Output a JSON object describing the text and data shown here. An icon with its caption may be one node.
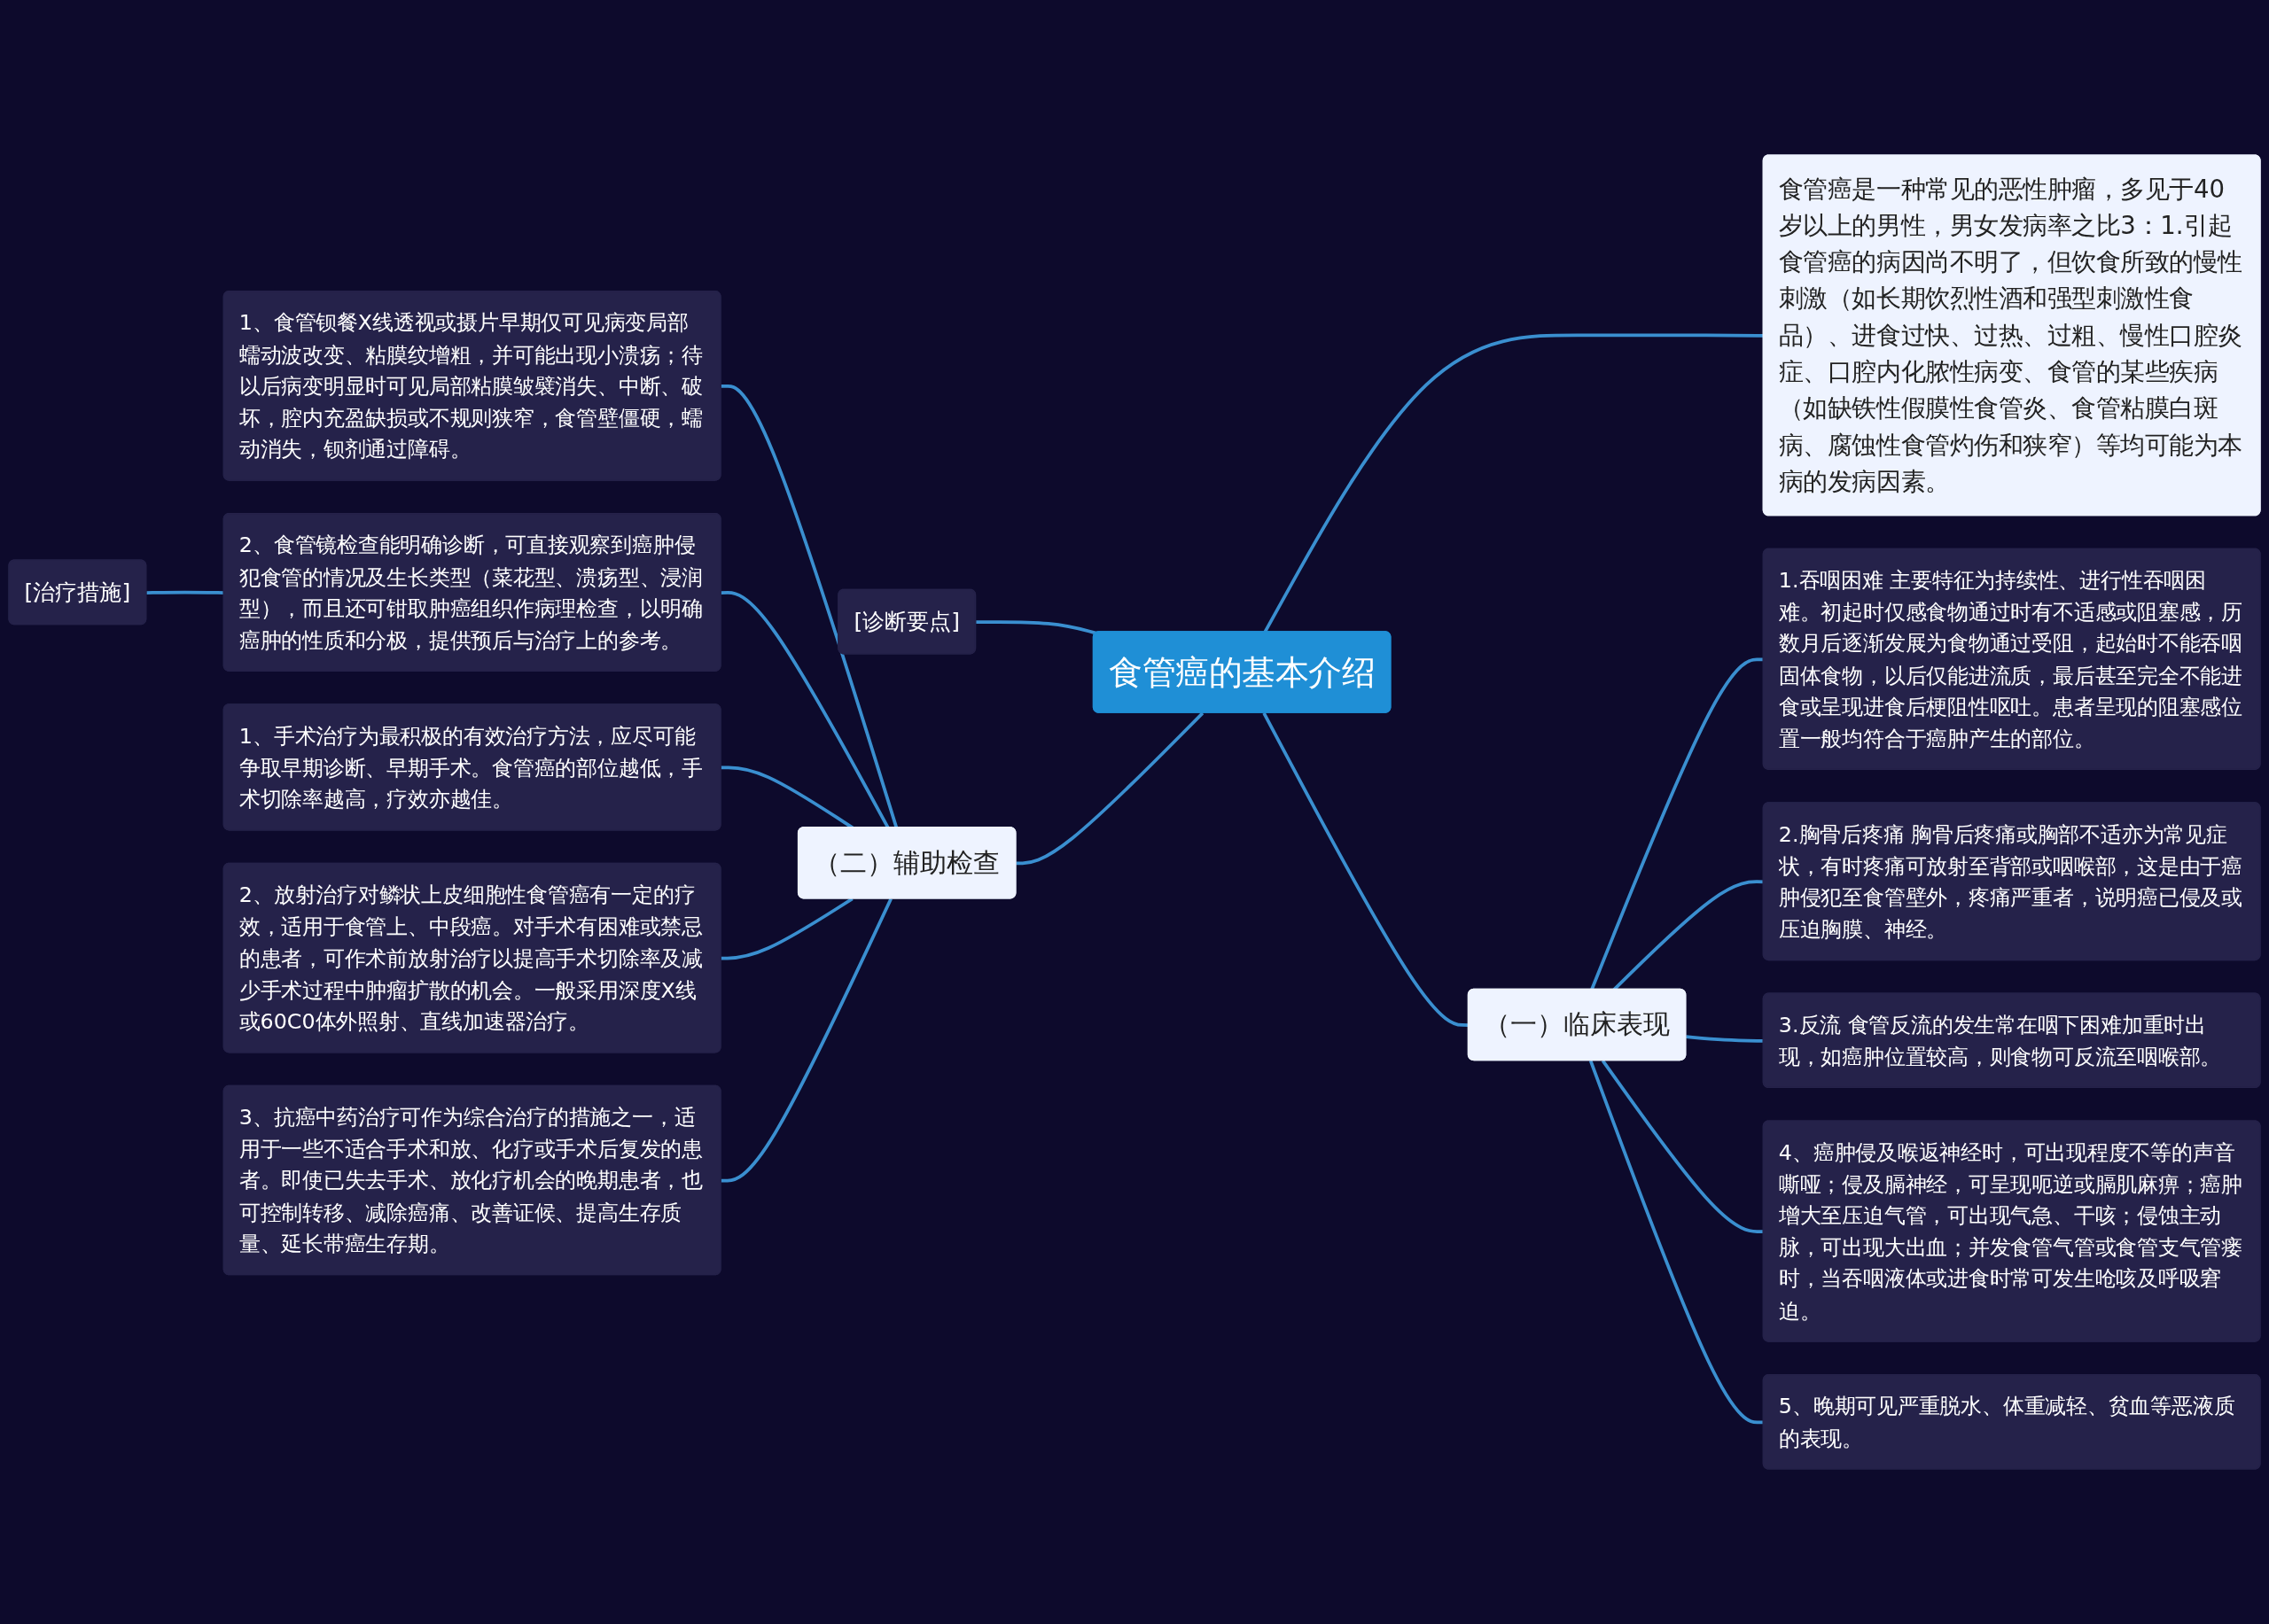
{
  "diagram": {
    "nodes": [
      {
        "text": [
          "食管癌的基本介绍"
        ]
      },
      {
        "text": [
          "[诊断要点]"
        ]
      },
      {
        "text": [
          "（二）辅助检查"
        ]
      },
      {
        "text": [
          "[治疗措施]"
        ]
      },
      {
        "text": [
          "1、食管钡餐X线透视或摄片早期仅可见病变局部蠕动波改变、粘膜纹增粗，并可能出现小溃疡；待以后病变明显时可见局部粘膜皱襞消失、中断、破坏，腔内充盈缺损或不规则狭窄，食管壁僵硬，蠕动消失，钡剂通过障碍。"
        ]
      },
      {
        "text": [
          "2、食管镜检查能明确诊断，可直接观察到癌肿侵犯食管的情况及生长类型（菜花型、溃疡型、浸润型），而且还可钳取肿癌组织作病理检查，以明确癌肿的性质和分极，提供预后与治疗上的参考。"
        ]
      },
      {
        "text": [
          "1、手术治疗为最积极的有效治疗方法，应尽可能争取早期诊断、早期手术。食管癌的部位越低，手术切除率越高，疗效亦越佳。"
        ]
      },
      {
        "text": [
          "2、放射治疗对鳞状上皮细胞性食管癌有一定的疗效，适用于食管上、中段癌。对手术有困难或禁忌的患者，可作术前放射治疗以提高手术切除率及减少手术过程中肿瘤扩散的机会。一般采用深度X线或60C0体外照射、直线加速器治疗。"
        ]
      },
      {
        "text": [
          "3、抗癌中药治疗可作为综合治疗的措施之一，适用于一些不适合手术和放、化疗或手术后复发的患者。即使已失去手术、放化疗机会的晚期患者，也可控制转移、减除癌痛、改善证候、提高生存质量、延长带癌生存期。"
        ]
      },
      {
        "text": [
          "食管癌是一种常见的恶性肿瘤，多见于40岁以上的男性，男女发病率之比3：1.引起食管癌的病因尚不明了，但饮食所致的慢性刺激（如长期饮烈性酒和强型刺激性食品）、进食过快、过热、过粗、慢性口腔炎症、口腔内化脓性病变、食管的某些疾病（如缺铁性假膜性食管炎、食管粘膜白斑病、腐蚀性食管灼伤和狭窄）等均可能为本病的发病因素。"
        ]
      },
      {
        "text": [
          "（一）临床表现"
        ]
      },
      {
        "text": [
          "1.吞咽困难 主要特征为持续性、进行性吞咽困难。初起时仅感食物通过时有不适感或阻塞感，历数月后逐渐发展为食物通过受阻，起始时不能吞咽固体食物，以后仅能进流质，最后甚至完全不能进食或呈现进食后梗阻性呕吐。患者呈现的阻塞感位置一般均符合于癌肿产生的部位。"
        ]
      },
      {
        "text": [
          "2.胸骨后疼痛 胸骨后疼痛或胸部不适亦为常见症状，有时疼痛可放射至背部或咽喉部，这是由于癌肿侵犯至食管壁外，疼痛严重者，说明癌已侵及或压迫胸膜、神经。"
        ]
      },
      {
        "text": [
          "3.反流 食管反流的发生常在咽下困难加重时出现，如癌肿位置较高，则食物可反流至咽喉部。"
        ]
      },
      {
        "text": [
          "4、癌肿侵及喉返神经时，可出现程度不等的声音嘶哑；侵及膈神经，可呈现呃逆或膈肌麻痹；癌肿增大至压迫气管，可出现气急、干咳；侵蚀主动脉，可出现大出血；并发食管气管或食管支气管瘘时，当吞咽液体或进食时常可发生呛咳及呼吸窘迫。"
        ]
      },
      {
        "text": [
          "5、晚期可见严重脱水、体重减轻、贫血等恶液质的表现。"
        ]
      }
    ],
    "edges": [
      {
        "from": 1,
        "to": 0,
        "arrow": "none"
      },
      {
        "from": 2,
        "to": 0,
        "arrow": "none"
      },
      {
        "from": 3,
        "to": 5,
        "arrow": "none"
      },
      {
        "from": 4,
        "to": 2,
        "arrow": "none"
      },
      {
        "from": 5,
        "to": 2,
        "arrow": "none"
      },
      {
        "from": 6,
        "to": 2,
        "arrow": "none"
      },
      {
        "from": 7,
        "to": 2,
        "arrow": "none"
      },
      {
        "from": 8,
        "to": 2,
        "arrow": "none"
      },
      {
        "from": 0,
        "to": 9,
        "arrow": "none"
      },
      {
        "from": 0,
        "to": 10,
        "arrow": "none"
      },
      {
        "from": 10,
        "to": 11,
        "arrow": "none"
      },
      {
        "from": 10,
        "to": 12,
        "arrow": "none"
      },
      {
        "from": 10,
        "to": 13,
        "arrow": "none"
      },
      {
        "from": 10,
        "to": 14,
        "arrow": "none"
      },
      {
        "from": 10,
        "to": 15,
        "arrow": "none"
      }
    ]
  }
}
